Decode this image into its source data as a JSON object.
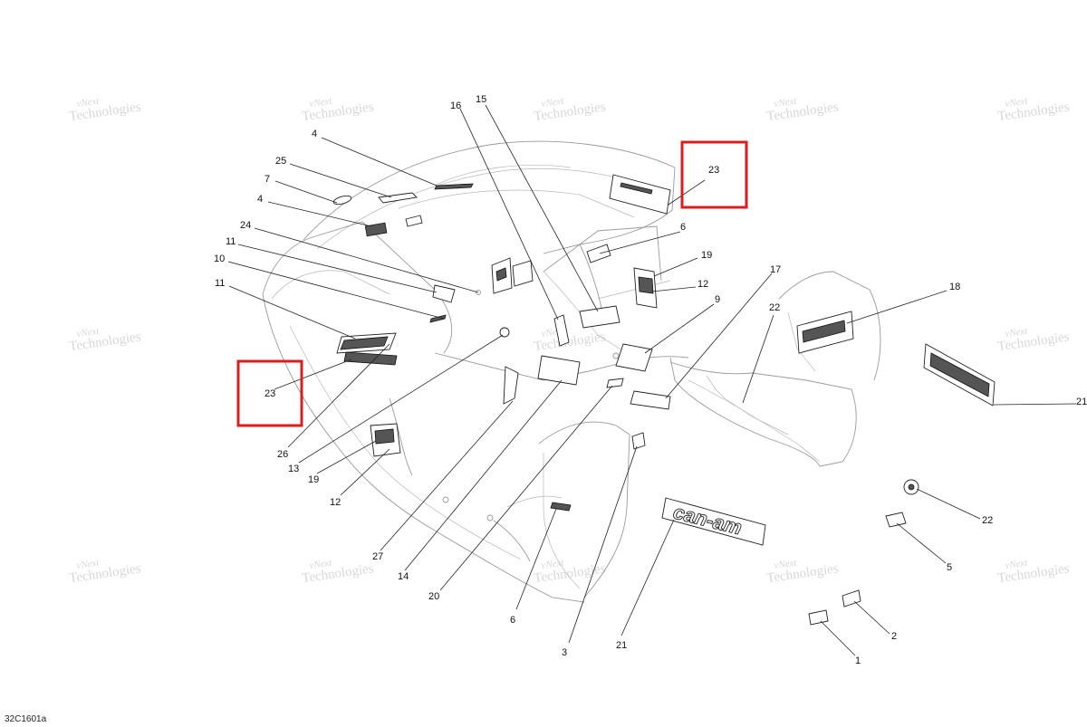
{
  "figure_code": "32C1601a",
  "watermark": {
    "line1": "vNext",
    "line2": "Technologies"
  },
  "highlight_label": "23",
  "callouts": {
    "c1": "1",
    "c2": "2",
    "c3": "3",
    "c4a": "4",
    "c4b": "4",
    "c5": "5",
    "c6a": "6",
    "c6b": "6",
    "c7": "7",
    "c9": "9",
    "c10": "10",
    "c11a": "11",
    "c11b": "11",
    "c12a": "12",
    "c12b": "12",
    "c13": "13",
    "c14": "14",
    "c15": "15",
    "c16": "16",
    "c17": "17",
    "c18": "18",
    "c19a": "19",
    "c19b": "19",
    "c20": "20",
    "c21a": "21",
    "c21b": "21",
    "c22a": "22",
    "c22b": "22",
    "c24": "24",
    "c25": "25",
    "c26": "26",
    "c27": "27"
  },
  "logo_text": "can-am"
}
